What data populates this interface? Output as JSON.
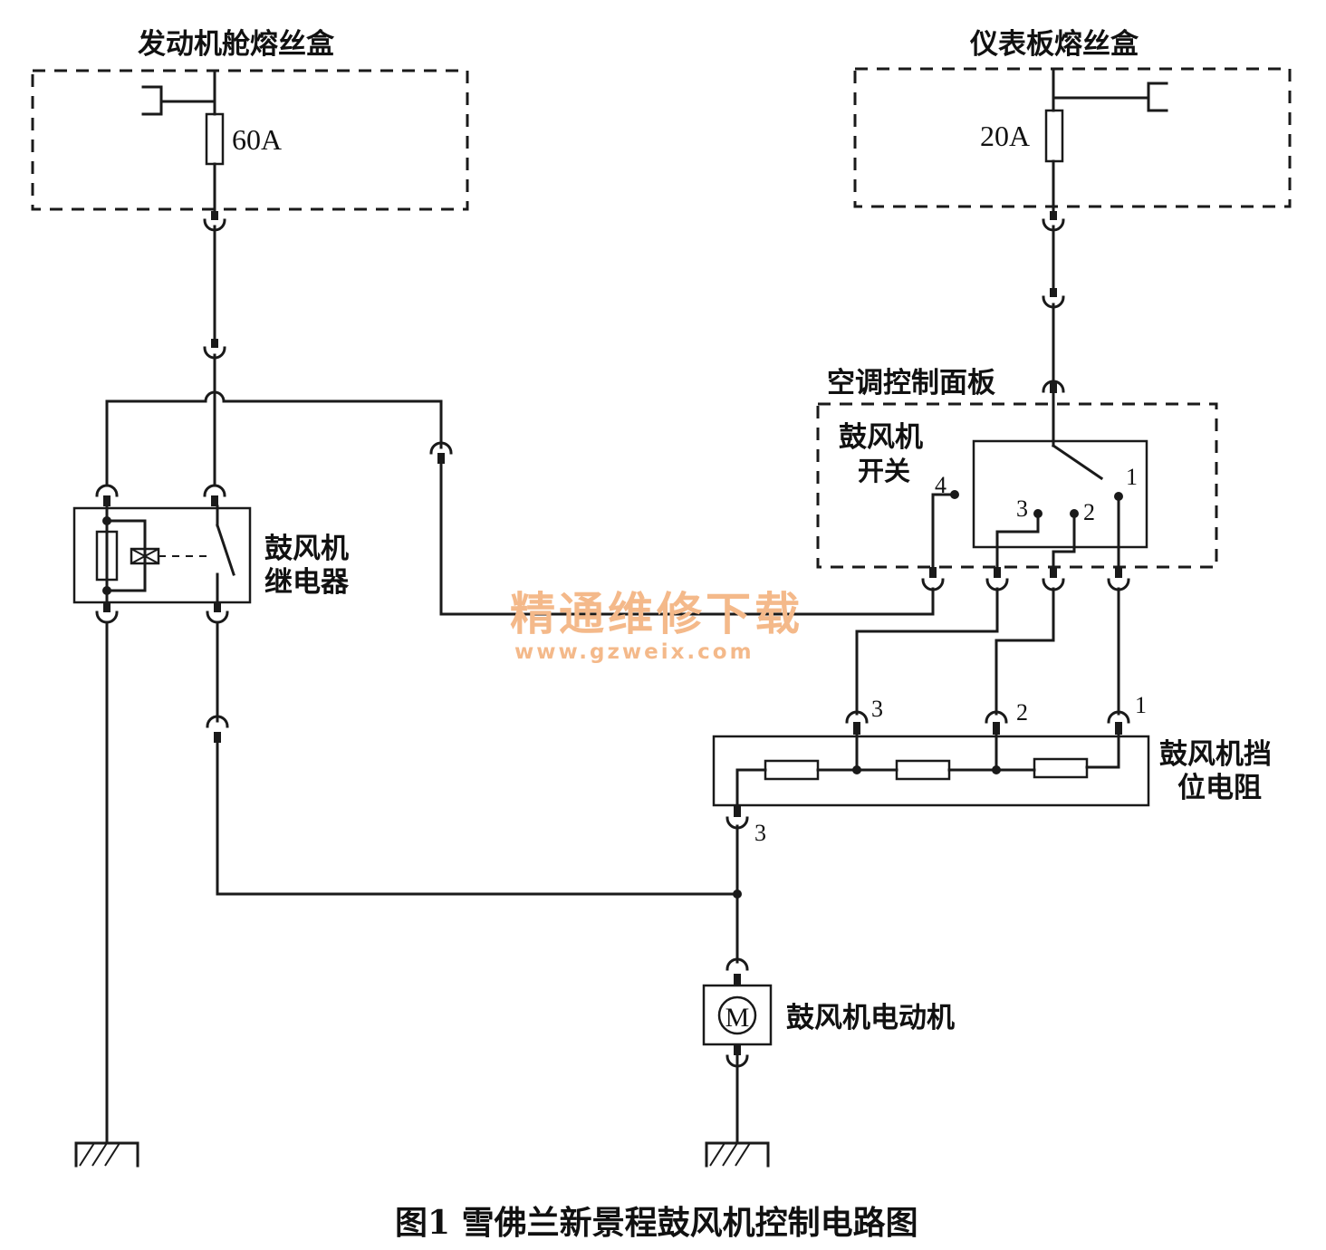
{
  "labels": {
    "engine_fuse_box": "发动机舱熔丝盒",
    "ip_fuse_box": "仪表板熔丝盒",
    "fuse_60": "60A",
    "fuse_20": "20A",
    "ac_panel": "空调控制面板",
    "blower_switch_line1": "鼓风机",
    "blower_switch_line2": "开关",
    "relay_line1": "鼓风机",
    "relay_line2": "继电器",
    "resistor_line1": "鼓风机挡",
    "resistor_line2": "位电阻",
    "motor": "鼓风机电动机",
    "motor_symbol": "M",
    "caption": "图1  雪佛兰新景程鼓风机控制电路图"
  },
  "pins": {
    "switch_4": "4",
    "switch_3": "3",
    "switch_2": "2",
    "switch_1": "1",
    "res_3": "3",
    "res_2": "2",
    "res_1": "1",
    "res_out_3": "3"
  },
  "watermark": {
    "text": "精通维修下载",
    "url": "www.gzweix.com",
    "color": "#f4b98a"
  }
}
